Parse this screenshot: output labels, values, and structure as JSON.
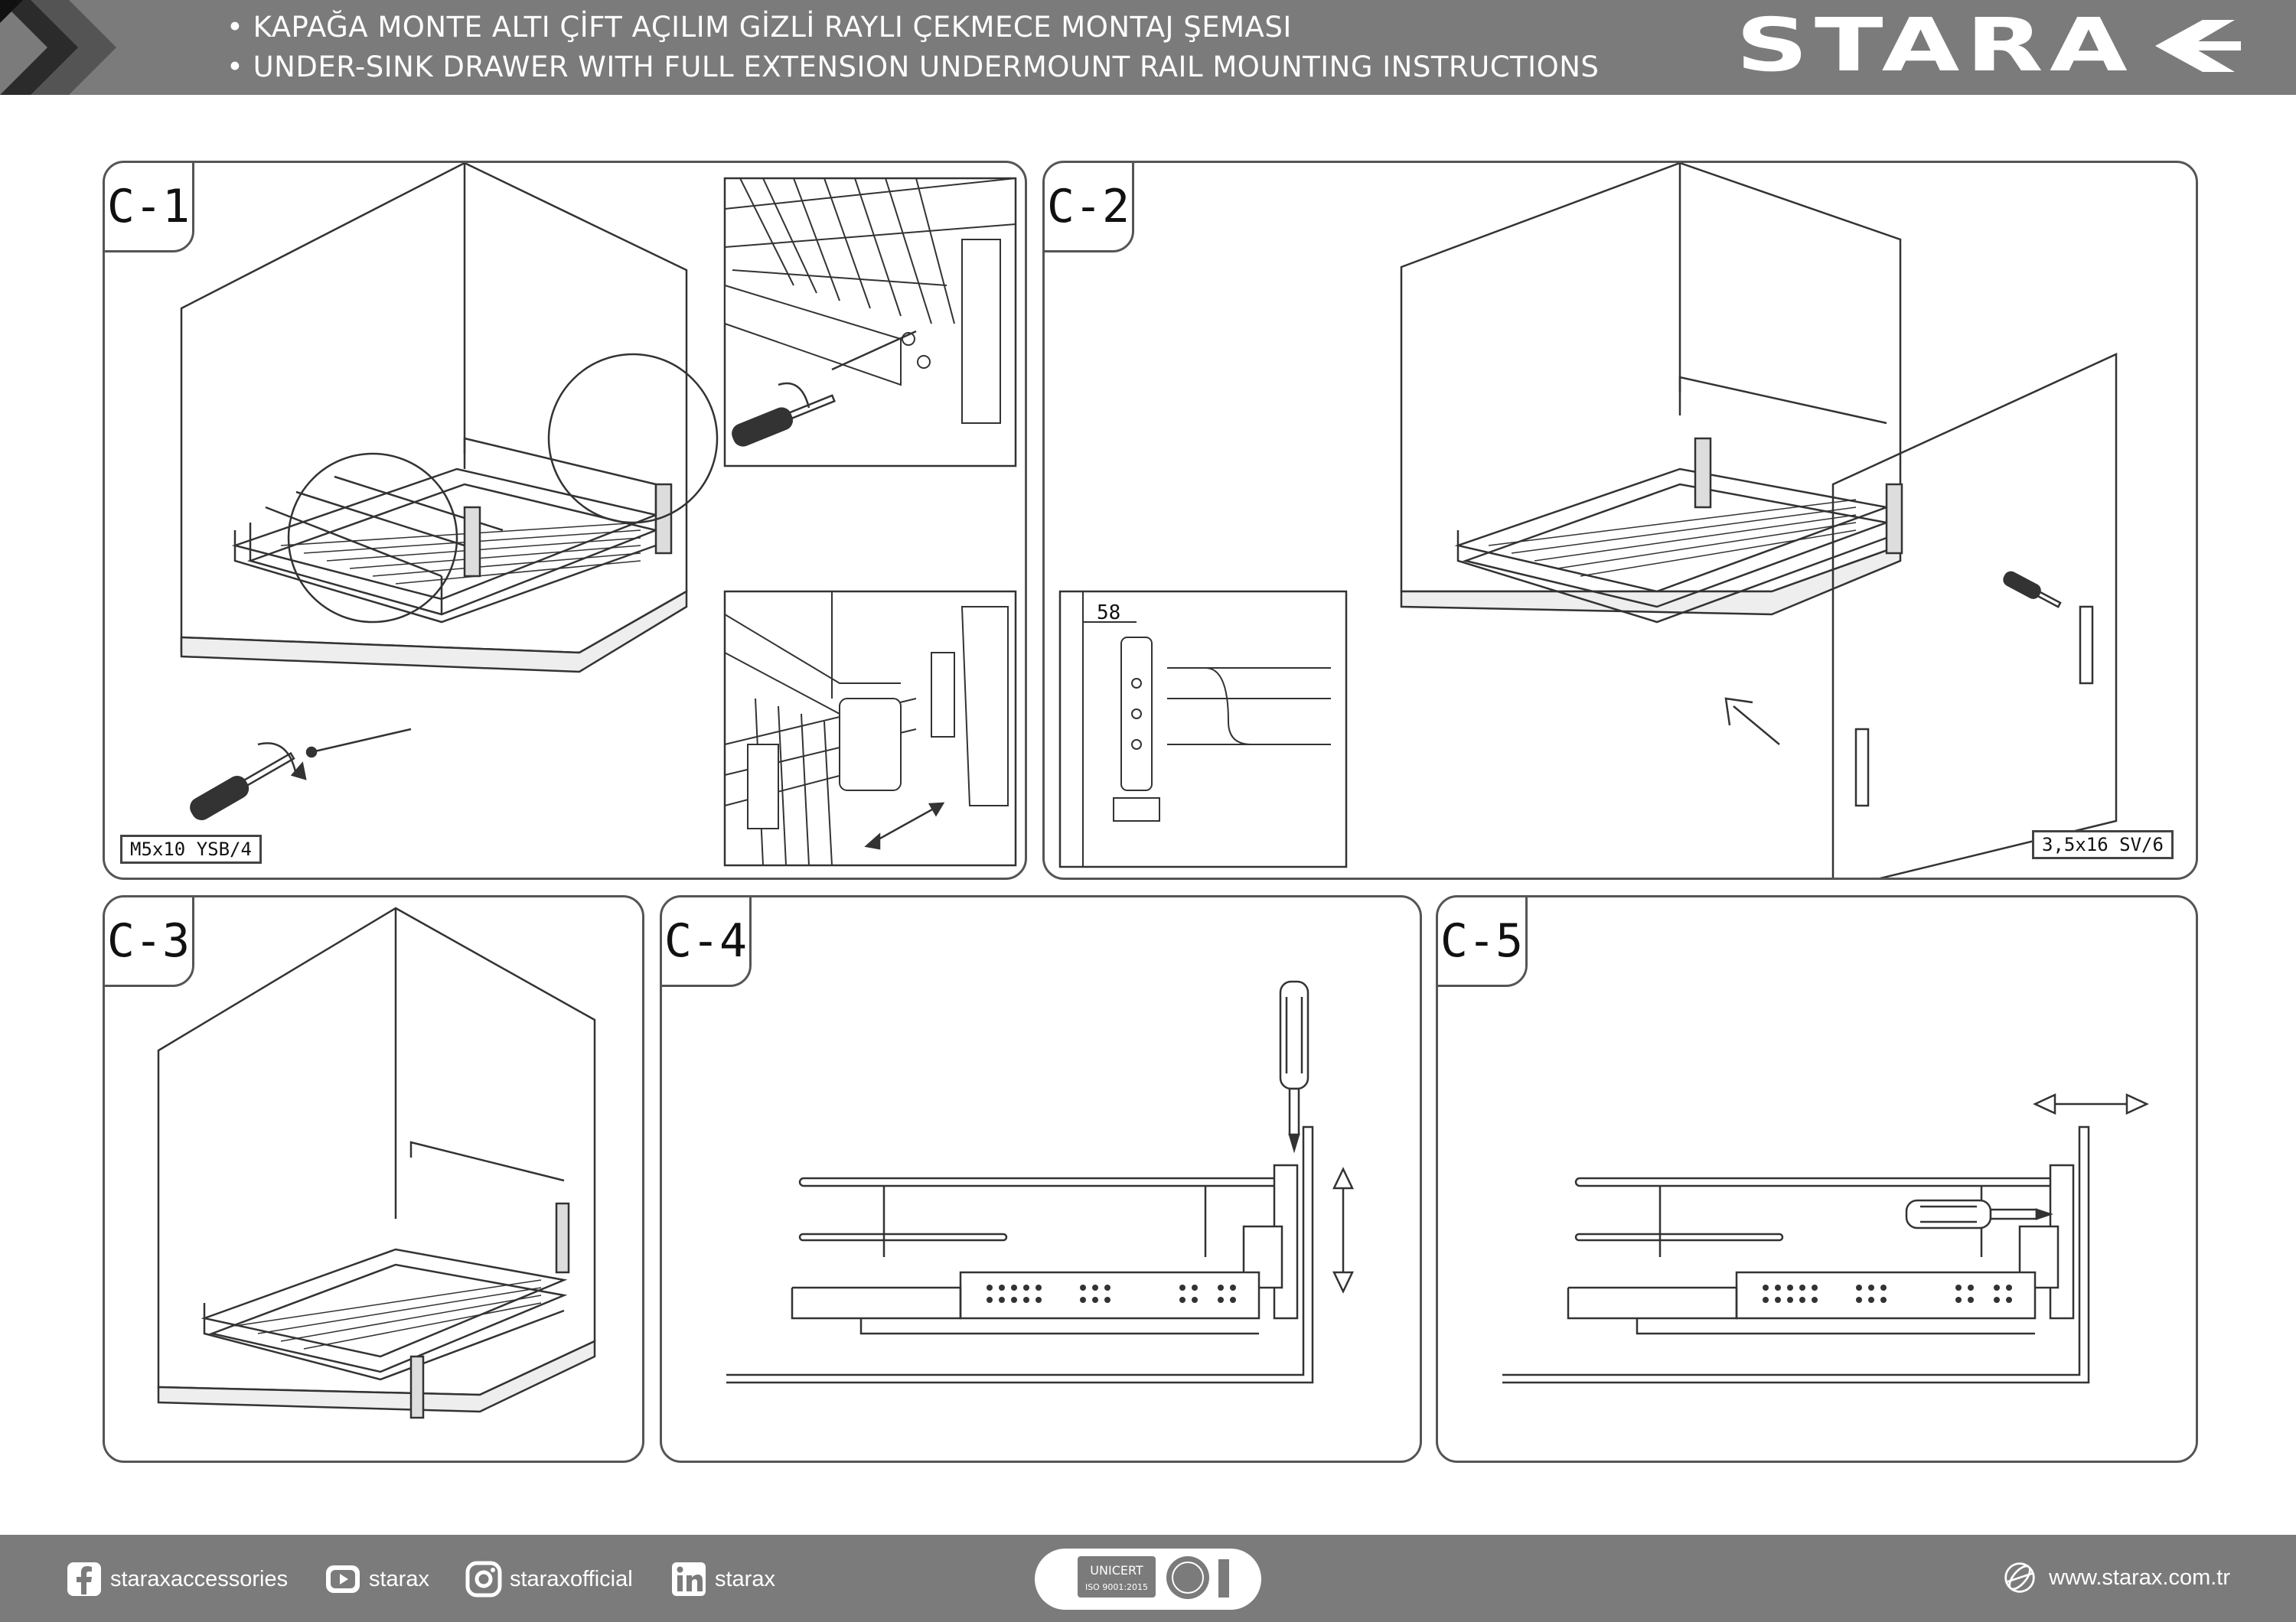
{
  "header": {
    "line_tr": "• KAPAĞA MONTE ALTI ÇİFT AÇILIM GİZLİ RAYLI ÇEKMECE MONTAJ ŞEMASI",
    "line_en": "• UNDER-SINK DRAWER WITH FULL EXTENSION UNDERMOUNT RAIL MOUNTING INSTRUCTIONS",
    "brand": "STARAX"
  },
  "panels": [
    {
      "label": "C-1",
      "spec": "M5x10 YSB/4"
    },
    {
      "label": "C-2",
      "spec": "3,5x16 SV/6",
      "dimension": "58"
    },
    {
      "label": "C-3"
    },
    {
      "label": "C-4"
    },
    {
      "label": "C-5"
    }
  ],
  "footer": {
    "facebook": "staraxaccessories",
    "youtube": "starax",
    "instagram": "staraxofficial",
    "linkedin": "starax",
    "cert_name": "UNICERT",
    "cert_iso": "ISO 9001:2015",
    "website": "www.starax.com.tr"
  },
  "colors": {
    "bar": "#7b7b7b",
    "line": "#333333",
    "frame": "#555555"
  }
}
